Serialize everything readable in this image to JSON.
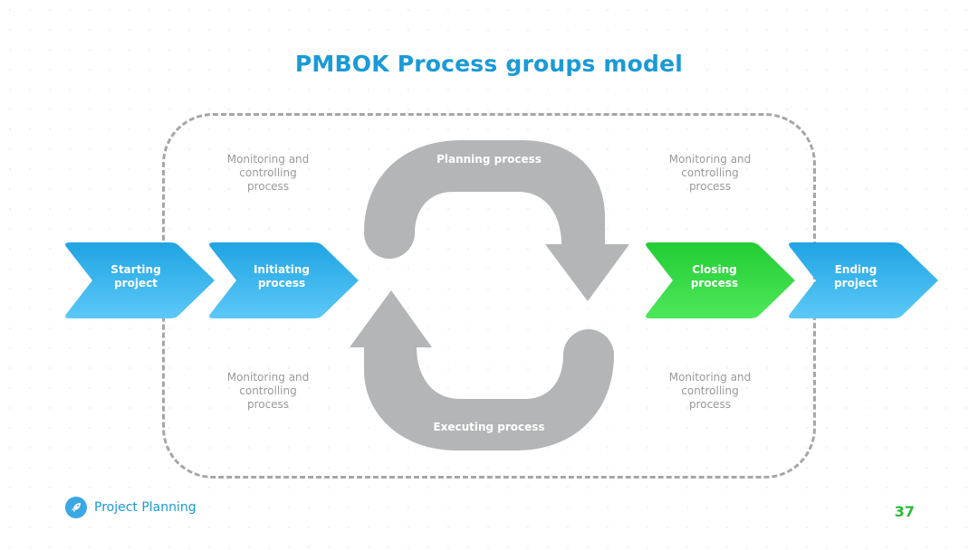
{
  "title": "PMBOK Process groups model",
  "chevrons": [
    {
      "label": "Starting\nproject",
      "color_top": "#1fa4e3",
      "color_bottom": "#5cc8f7"
    },
    {
      "label": "Initiating\nprocess",
      "color_top": "#1fa4e3",
      "color_bottom": "#5cc8f7"
    },
    {
      "label": "Closing\nprocess",
      "color_top": "#22cc33",
      "color_bottom": "#4ee85a"
    },
    {
      "label": "Ending\nproject",
      "color_top": "#1fa4e3",
      "color_bottom": "#5cc8f7"
    }
  ],
  "monitoring": {
    "top_left": "Monitoring and\ncontrolling\nprocess",
    "top_right": "Monitoring and\ncontrolling\nprocess",
    "bottom_left": "Monitoring and\ncontrolling\nprocess",
    "bottom_right": "Monitoring and\ncontrolling\nprocess"
  },
  "cycle": {
    "top": "Planning process",
    "bottom": "Executing process",
    "color": "#b3b5b6"
  },
  "footer": {
    "brand": "Project Planning",
    "brand_icon": "rocket-icon",
    "page": "37"
  }
}
